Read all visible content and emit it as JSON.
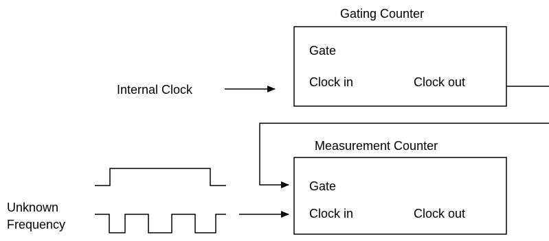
{
  "gating_counter": {
    "title": "Gating Counter",
    "gate_label": "Gate",
    "clock_in_label": "Clock in",
    "clock_out_label": "Clock out"
  },
  "measurement_counter": {
    "title": "Measurement Counter",
    "gate_label": "Gate",
    "clock_in_label": "Clock in",
    "clock_out_label": "Clock out"
  },
  "inputs": {
    "internal_clock_label": "Internal Clock",
    "unknown_frequency_line1": "Unknown",
    "unknown_frequency_line2": "Frequency"
  },
  "colors": {
    "stroke": "#000000",
    "background": "#ffffff"
  }
}
